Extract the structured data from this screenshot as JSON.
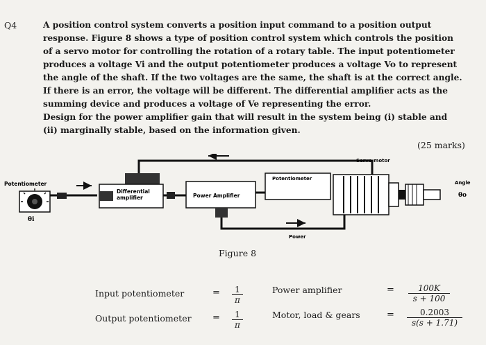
{
  "question": {
    "number": "Q4",
    "lines": [
      "A position control system converts a position input command to a position output",
      "response. Figure 8 shows a type of position control system which controls the position",
      "of a servo motor for controlling the rotation of a rotary table. The input potentiometer",
      "produces a voltage Vi and the output potentiometer produces a voltage Vo to represent",
      "the angle of the shaft. If the two voltages are the same, the shaft is at the correct angle.",
      "If there is an error, the voltage will be different. The differential amplifier acts as the",
      "summing device and produces a voltage of Ve representing the error.",
      "Design for the power amplifier gain that will result in the system being (i) stable and",
      "(ii) marginally stable, based on the information given."
    ],
    "marks": "(25 marks)"
  },
  "figure": {
    "caption": "Figure 8",
    "labels": {
      "input_pot": "Potentiometer",
      "theta_i": "θi",
      "diff_amp_line1": "Differential",
      "diff_amp_line2": "amplifier",
      "power_amp": "Power Amplifier",
      "output_pot": "Potentiometer",
      "servo_motor": "Servo motor",
      "angle": "Angle",
      "theta_o": "θo",
      "power": "Power"
    }
  },
  "transfer_functions": {
    "input_pot_label": "Input potentiometer",
    "input_pot_num": "1",
    "input_pot_den": "π",
    "output_pot_label": "Output potentiometer",
    "output_pot_num": "1",
    "output_pot_den": "π",
    "power_amp_label": "Power amplifier",
    "power_amp_num": "100K",
    "power_amp_den": "s + 100",
    "motor_label": "Motor, load & gears",
    "motor_num": "0.2003",
    "motor_den": "s(s + 1.71)",
    "equals": "="
  }
}
